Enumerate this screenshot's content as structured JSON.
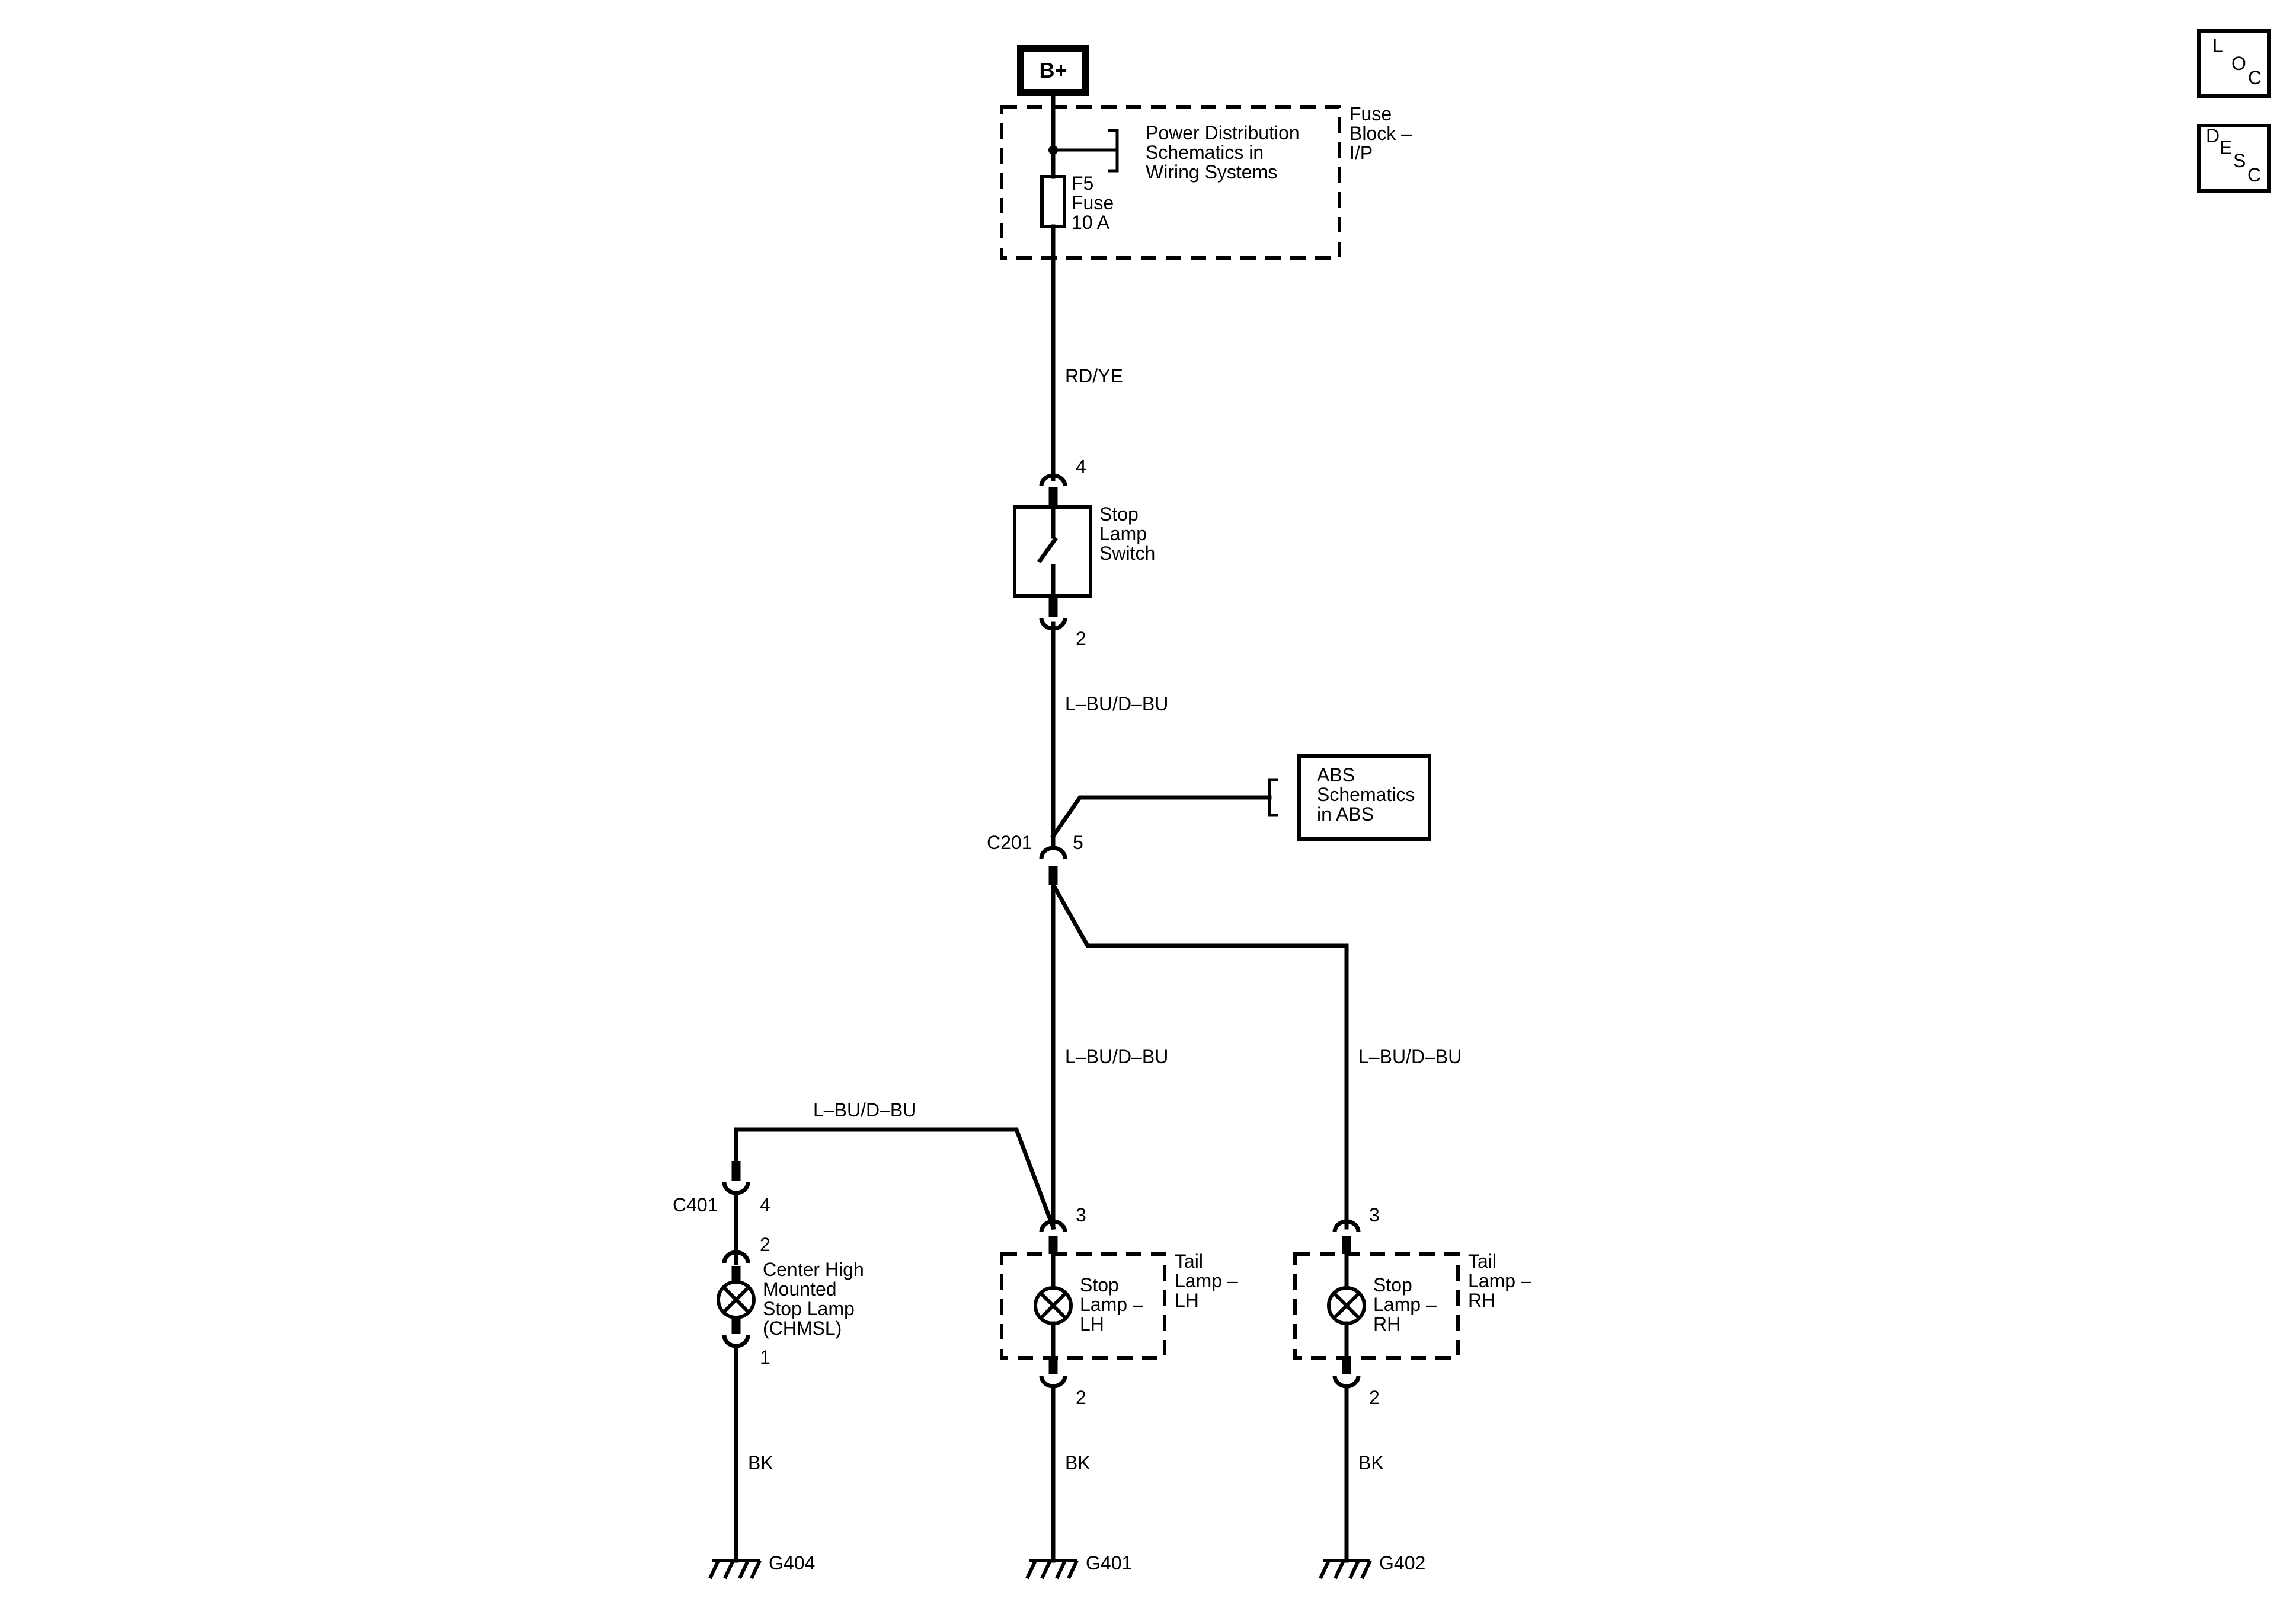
{
  "power": {
    "source": "B+"
  },
  "fuse_block": {
    "title_lines": [
      "Fuse",
      "Block –",
      "I/P"
    ],
    "ref_lines": [
      "Power Distribution",
      "Schematics in",
      "Wiring Systems"
    ],
    "fuse_lines": [
      "F5",
      "Fuse",
      "10 A"
    ]
  },
  "wires": {
    "feed_color": "RD/YE",
    "switch_out_color": "L–BU/D–BU",
    "center_branch_color": "L–BU/D–BU",
    "right_branch_color": "L–BU/D–BU",
    "chmsl_branch_color": "L–BU/D–BU",
    "ground_left_color": "BK",
    "ground_center_color": "BK",
    "ground_right_color": "BK"
  },
  "stop_lamp_switch": {
    "label_lines": [
      "Stop",
      "Lamp",
      "Switch"
    ],
    "pin_in": "4",
    "pin_out": "2"
  },
  "abs_ref": {
    "label_lines": [
      "ABS",
      "Schematics",
      "in ABS"
    ]
  },
  "connectors": {
    "c201": {
      "name": "C201",
      "pin": "5"
    },
    "c401": {
      "name": "C401",
      "pin": "4"
    }
  },
  "chmsl": {
    "label_lines": [
      "Center High",
      "Mounted",
      "Stop Lamp",
      "(CHMSL)"
    ],
    "pin_top": "2",
    "pin_bottom": "1"
  },
  "tail_lamp_lh": {
    "assembly_lines": [
      "Tail",
      "Lamp –",
      "LH"
    ],
    "lamp_lines": [
      "Stop",
      "Lamp –",
      "LH"
    ],
    "pin_top": "3",
    "pin_bottom": "2"
  },
  "tail_lamp_rh": {
    "assembly_lines": [
      "Tail",
      "Lamp –",
      "RH"
    ],
    "lamp_lines": [
      "Stop",
      "Lamp –",
      "RH"
    ],
    "pin_top": "3",
    "pin_bottom": "2"
  },
  "grounds": {
    "left": "G404",
    "center": "G401",
    "right": "G402"
  },
  "side_buttons": {
    "loc": [
      "L",
      "O",
      "C"
    ],
    "desc": [
      "D",
      "E",
      "S",
      "C"
    ]
  }
}
